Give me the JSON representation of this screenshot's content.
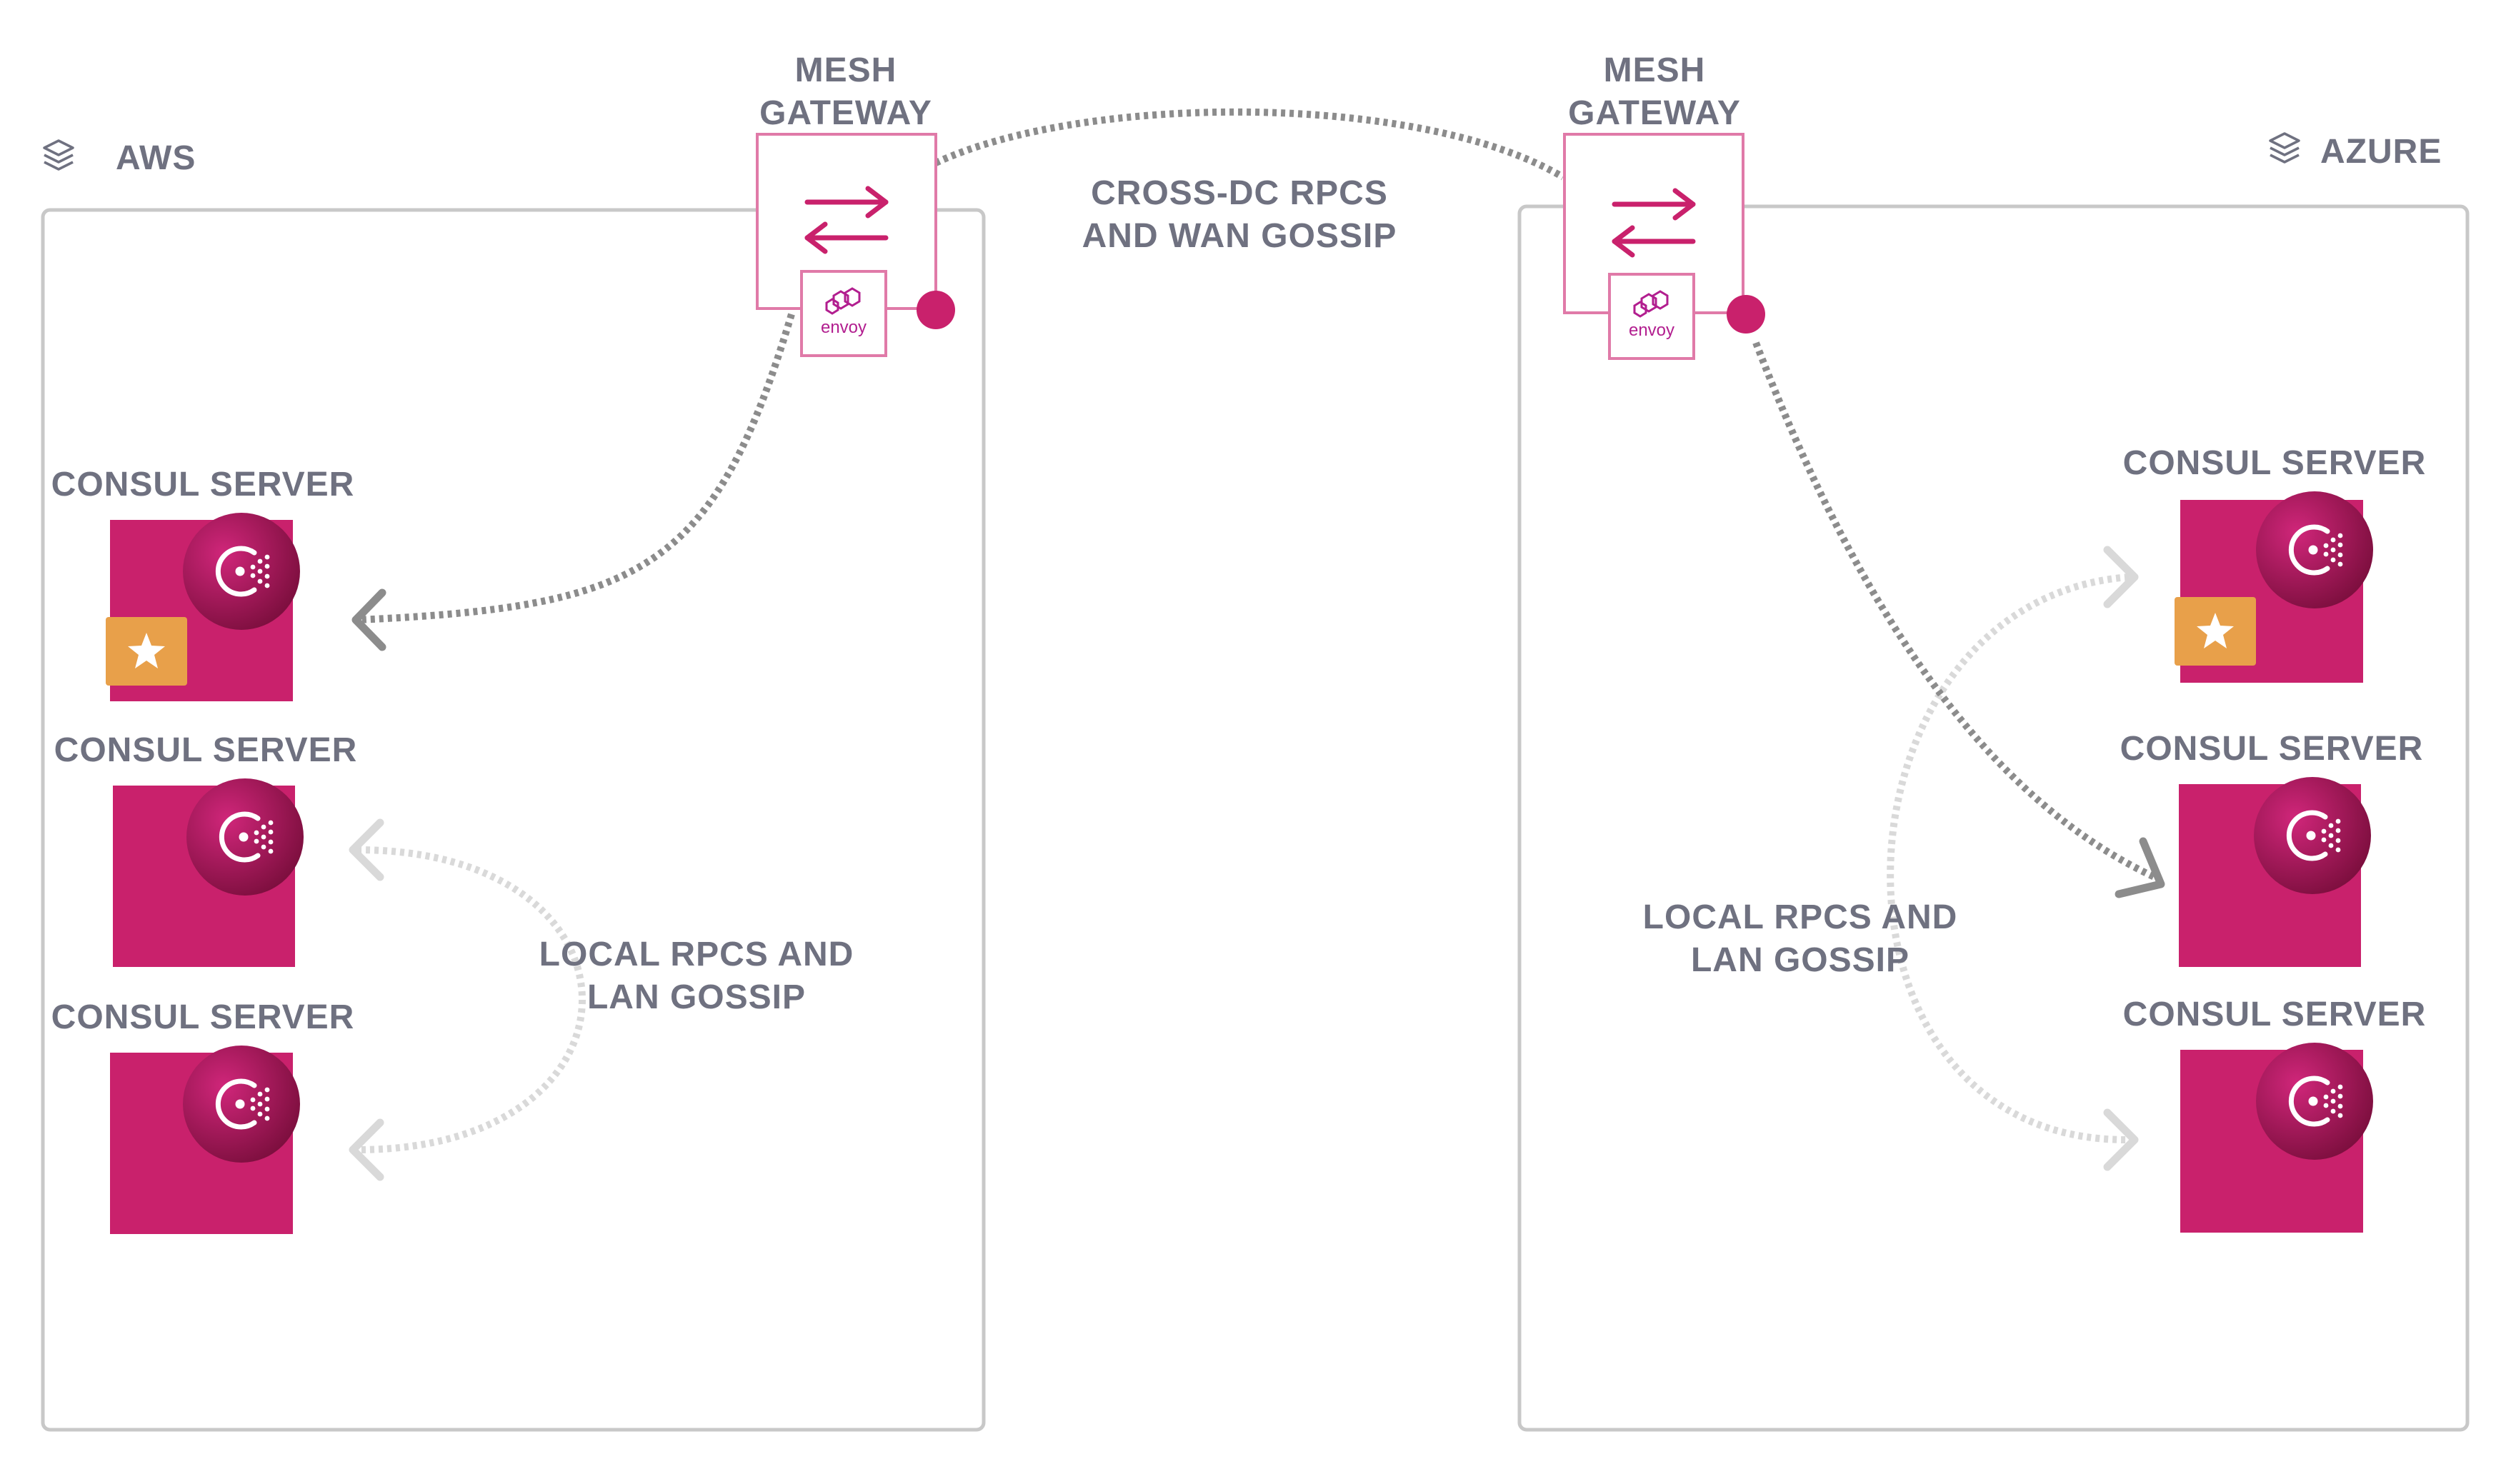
{
  "regions": {
    "aws": {
      "label": "AWS"
    },
    "azure": {
      "label": "AZURE"
    }
  },
  "gateways": {
    "aws": {
      "label_line1": "MESH",
      "label_line2": "GATEWAY",
      "envoy_label": "envoy"
    },
    "azure": {
      "label_line1": "MESH",
      "label_line2": "GATEWAY",
      "envoy_label": "envoy"
    }
  },
  "cross_dc": {
    "line1": "CROSS-DC RPCS",
    "line2": "AND WAN GOSSIP"
  },
  "local_aws": {
    "line1": "LOCAL RPCS AND",
    "line2": "LAN GOSSIP"
  },
  "local_azure": {
    "line1": "LOCAL RPCS AND",
    "line2": "LAN GOSSIP"
  },
  "servers": {
    "aws": [
      {
        "label": "CONSUL SERVER",
        "leader": true
      },
      {
        "label": "CONSUL SERVER",
        "leader": false
      },
      {
        "label": "CONSUL SERVER",
        "leader": false
      }
    ],
    "azure": [
      {
        "label": "CONSUL SERVER",
        "leader": true
      },
      {
        "label": "CONSUL SERVER",
        "leader": false
      },
      {
        "label": "CONSUL SERVER",
        "leader": false
      }
    ]
  },
  "colors": {
    "consul_pink": "#c9216c",
    "consul_dark": "#8e1447",
    "gateway_border": "#e07aa8",
    "leader_star_bg": "#e8a04a",
    "label_gray": "#6f7180",
    "region_border": "#c8c8c8",
    "wan_dots": "#8c8c8c",
    "lan_dots": "#d9d9d9"
  },
  "icons": {
    "region": "layers-icon",
    "gateway": "swap-arrows-icon",
    "envoy": "envoy-logo-icon",
    "server": "consul-logo-icon",
    "leader": "star-icon"
  }
}
